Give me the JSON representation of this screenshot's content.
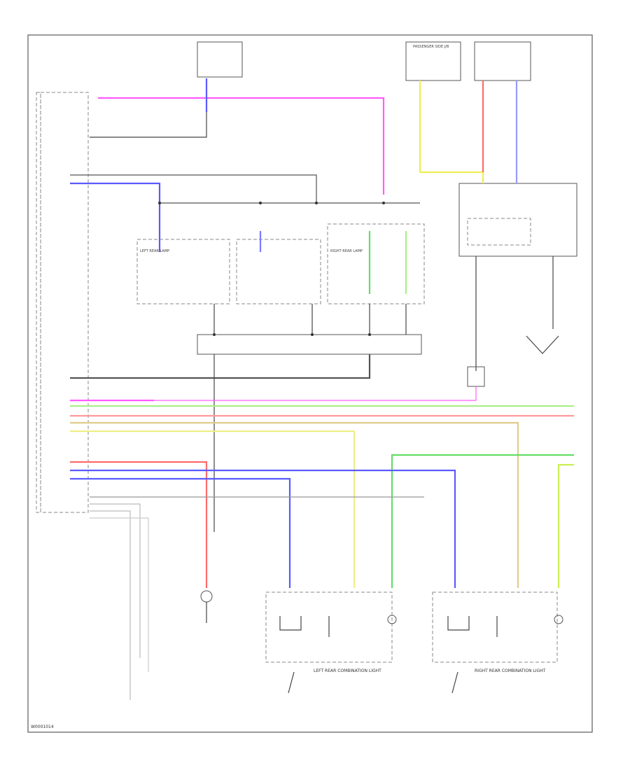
{
  "diagram": {
    "footer_code": "W0001014",
    "labels": {
      "left_rear_combination_light": "LEFT REAR COMBINATION LIGHT",
      "right_rear_combination_light": "RIGHT REAR COMBINATION LIGHT",
      "passenger_side_junction": "PASSENGER SIDE J/B",
      "left_rear_lamp": "LEFT REAR LAMP",
      "right_rear_lamp": "RIGHT REAR LAMP"
    },
    "colors": {
      "pink": "#ff5cff",
      "blue": "#5a5aff",
      "red": "#ff6b6b",
      "green": "#66dd66",
      "light_green": "#aaee88",
      "yellow": "#eeee55",
      "tan": "#ddcc88",
      "dark": "#444444"
    }
  }
}
